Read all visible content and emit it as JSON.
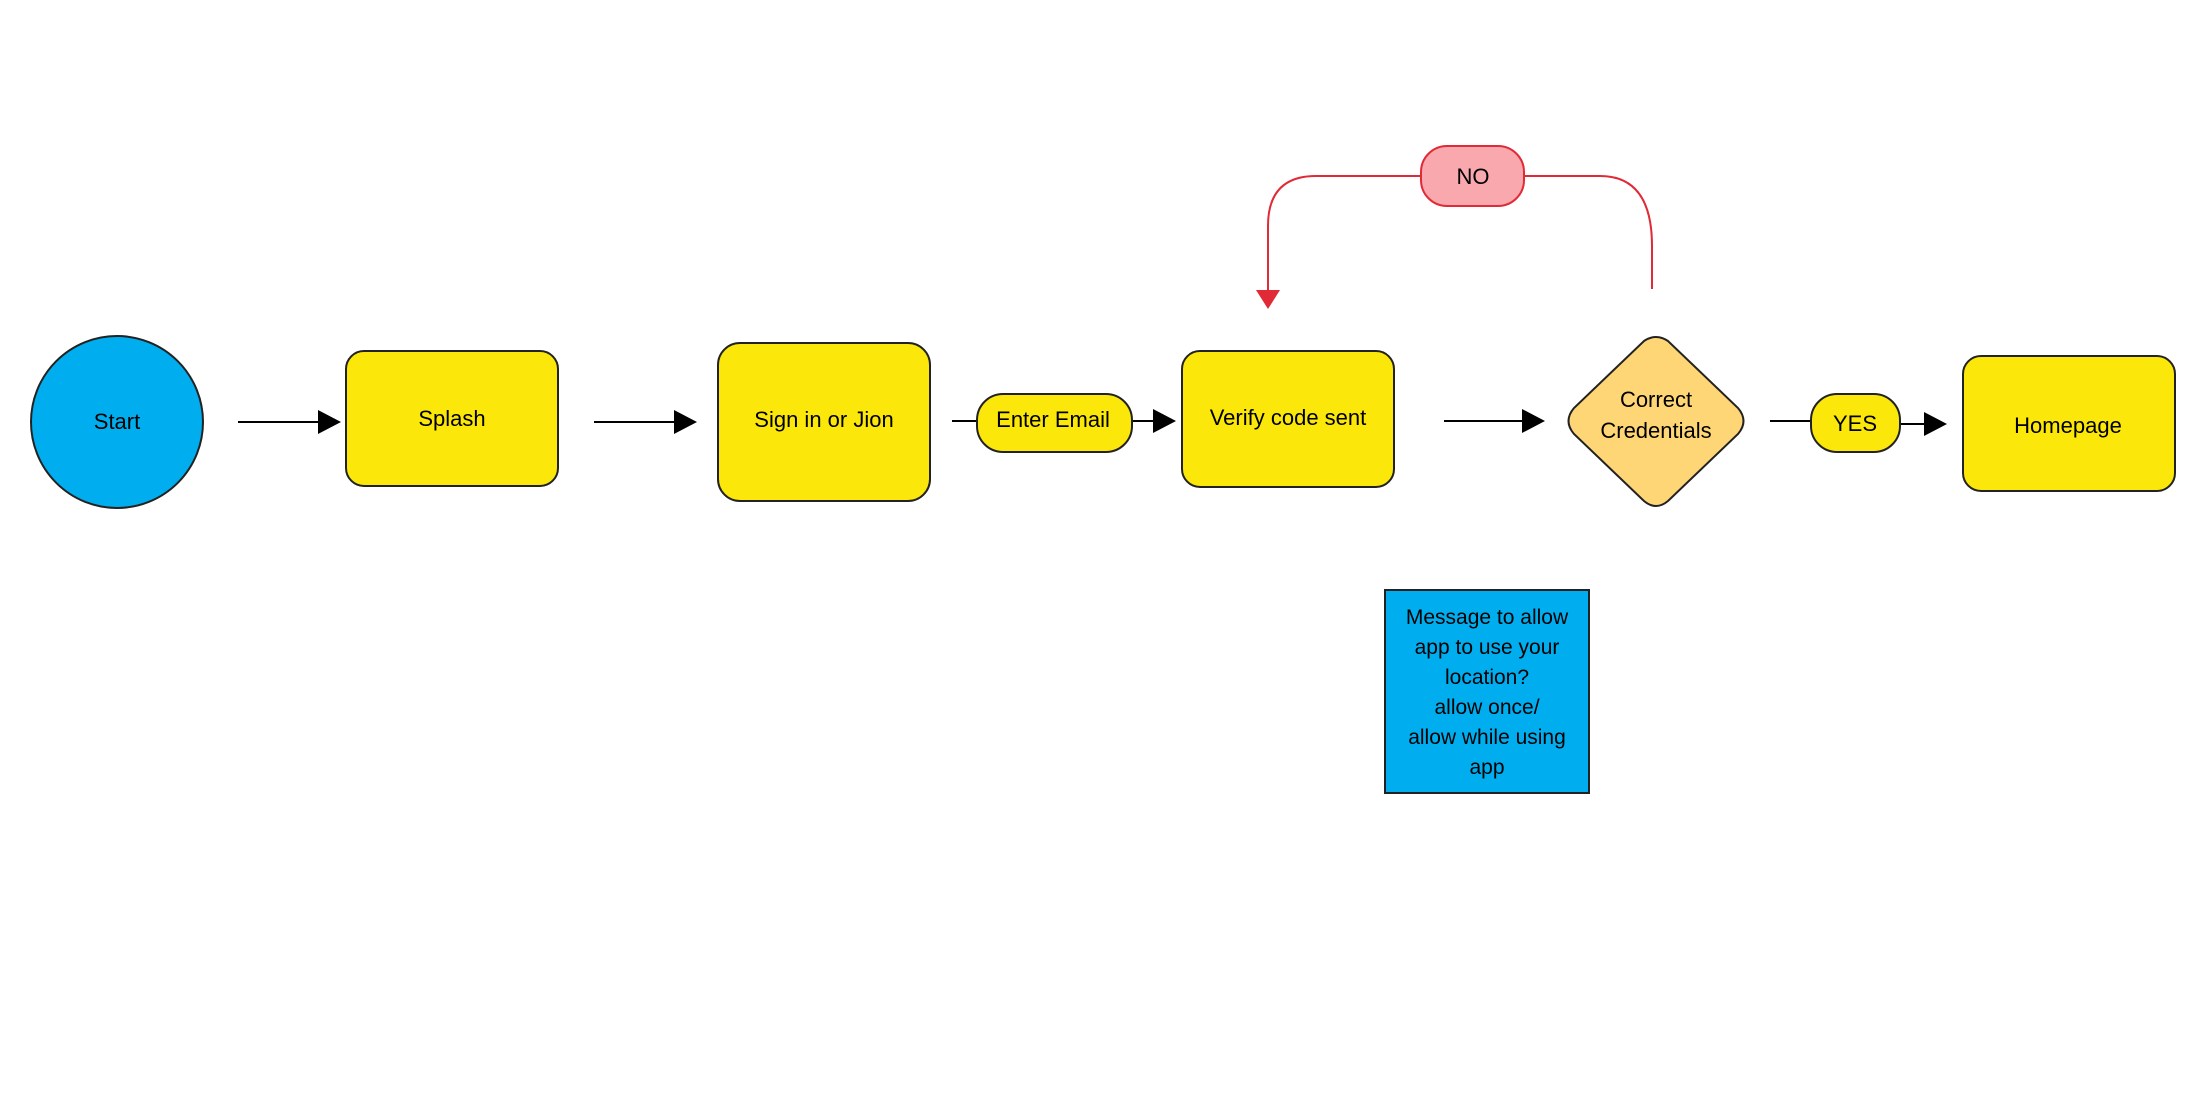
{
  "colors": {
    "start_fill": "#00AEEF",
    "process_fill": "#FBE80A",
    "decision_fill": "#FFD675",
    "no_fill": "#F9A8AE",
    "no_stroke": "#E02A35",
    "note_fill": "#00AEEF",
    "stroke": "#222222"
  },
  "icons": {
    "arrowhead": "triangle-arrowhead-icon"
  },
  "nodes": {
    "start": "Start",
    "splash": "Splash",
    "signin": "Sign in or Jion",
    "enter_email": "Enter Email",
    "verify": "Verify code sent",
    "decision_line1": "Correct",
    "decision_line2": "Credentials",
    "yes": "YES",
    "homepage": "Homepage",
    "no": "NO"
  },
  "note": {
    "lines": [
      "Message to allow",
      "app to use your",
      "location?",
      "allow once/",
      "allow while using",
      "app"
    ]
  }
}
